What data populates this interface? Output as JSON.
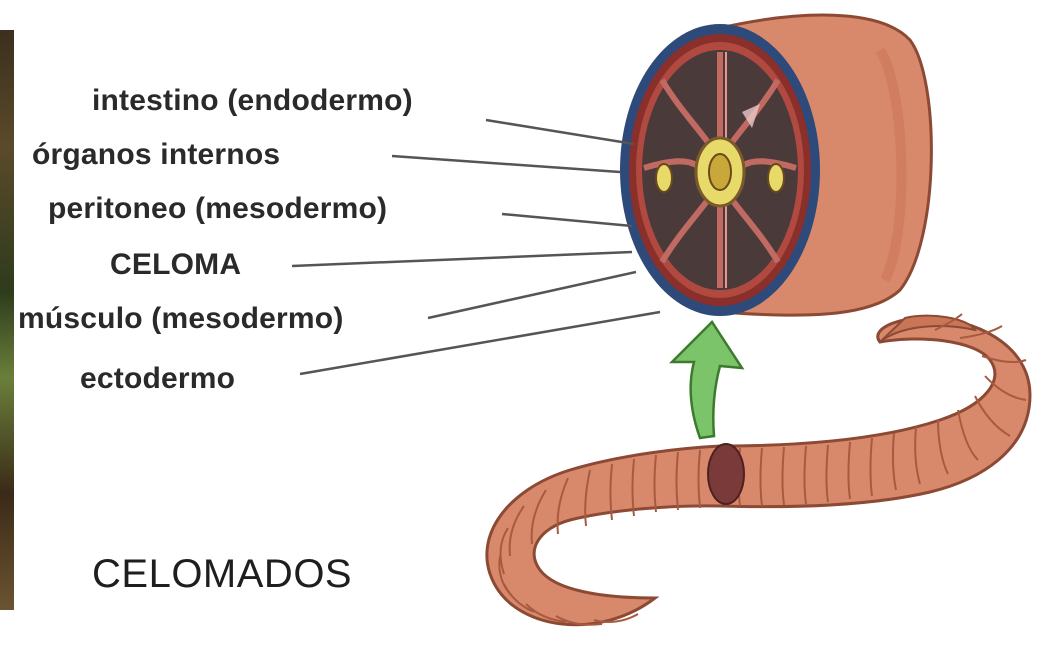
{
  "labels": {
    "intestino": "intestino (endodermo)",
    "organos": "órganos internos",
    "peritoneo": "peritoneo (mesodermo)",
    "celoma": "CELOMA",
    "musculo": "músculo (mesodermo)",
    "ectodermo": "ectodermo"
  },
  "title": "CELOMADOS",
  "icons": {
    "arrow": "green-up-arrow",
    "organism": "earthworm",
    "section": "body-cross-section"
  },
  "colors": {
    "skin": "#d9896b",
    "skin_dark": "#b8614a",
    "ectoderm_ring": "#2e4a7a",
    "muscle_ring": "#8a2f2a",
    "coelom": "#4a3a3a",
    "intestine": "#e7d96a",
    "arrow": "#7cc46a"
  }
}
